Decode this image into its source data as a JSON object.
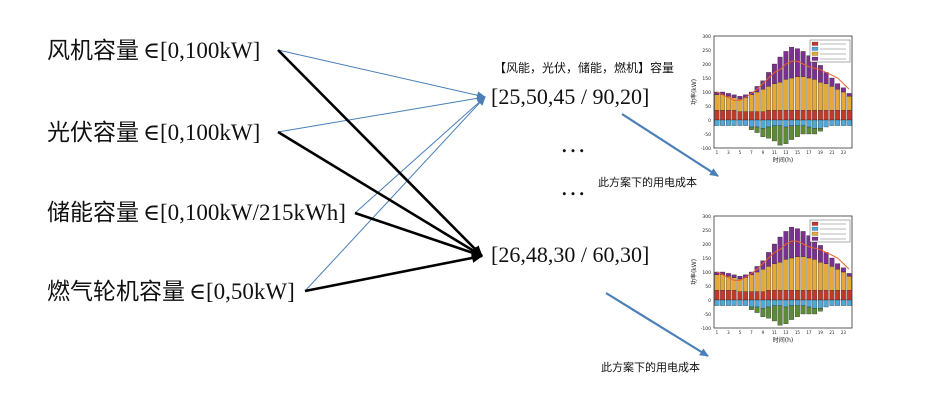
{
  "inputs": [
    {
      "name": "风机容量",
      "range": "∈[0,100kW]"
    },
    {
      "name": "光伏容量",
      "range": "∈[0,100kW]"
    },
    {
      "name": "储能容量",
      "range": "∈[0,100kW/215kWh]"
    },
    {
      "name": "燃气轮机容量",
      "range": "∈[0,50kW]"
    }
  ],
  "scheme_header": "【风能，光伏，储能，燃机】容量",
  "schemes": [
    {
      "vector": "[25,50,45 / 90,20]",
      "cost_label": "此方案下的用电成本"
    },
    {
      "vector": "[26,48,30 / 60,30]",
      "cost_label": "此方案下的用电成本"
    }
  ],
  "ellipsis": "…",
  "colors": {
    "thin_line": "#4a7fb8",
    "thick_line": "#000000",
    "arrow": "#4a7fb8",
    "bar_purple": "#7b2f8e",
    "bar_orange": "#e4a93a",
    "bar_red": "#c0392b",
    "bar_blue": "#4fa8d8",
    "bar_green": "#5d8a34",
    "load_line": "#e8642a"
  },
  "mini_chart": {
    "type": "bar",
    "stacked": true,
    "y_ticks": [
      "300",
      "250",
      "200",
      "150",
      "100",
      "50",
      "0",
      "-50",
      "-100"
    ],
    "x_ticks": [
      "1",
      "3",
      "5",
      "7",
      "9",
      "11",
      "13",
      "15",
      "17",
      "19",
      "21",
      "23"
    ],
    "ylabel": "功率(kW)",
    "xlabel": "时间(h)",
    "legend": [
      "",
      "",
      "",
      ""
    ],
    "ylim": [
      -100,
      300
    ],
    "positive_series": [
      {
        "color": "#c0392b",
        "values": [
          35,
          35,
          35,
          35,
          30,
          30,
          30,
          30,
          30,
          35,
          35,
          35,
          35,
          35,
          35,
          35,
          35,
          35,
          35,
          35,
          35,
          35,
          35,
          35
        ]
      },
      {
        "color": "#e4a93a",
        "values": [
          55,
          55,
          50,
          45,
          45,
          50,
          60,
          70,
          80,
          85,
          95,
          100,
          110,
          115,
          120,
          120,
          115,
          110,
          100,
          95,
          85,
          75,
          65,
          50
        ]
      },
      {
        "color": "#7b2f8e",
        "values": [
          10,
          10,
          10,
          10,
          10,
          10,
          10,
          20,
          30,
          50,
          70,
          90,
          100,
          110,
          100,
          90,
          80,
          70,
          60,
          40,
          30,
          20,
          15,
          10
        ]
      }
    ],
    "negative_series": [
      {
        "color": "#4fa8d8",
        "values": [
          -20,
          -20,
          -20,
          -20,
          -20,
          -20,
          -25,
          -25,
          -30,
          -25,
          -20,
          -20,
          -25,
          -20,
          -20,
          -20,
          -25,
          -30,
          -30,
          -25,
          -20,
          -20,
          -20,
          -20
        ]
      },
      {
        "color": "#5d8a34",
        "values": [
          0,
          0,
          0,
          0,
          0,
          0,
          -10,
          -20,
          -30,
          -40,
          -55,
          -70,
          -60,
          -50,
          -40,
          -30,
          -25,
          -20,
          -10,
          0,
          0,
          0,
          0,
          0
        ]
      }
    ],
    "load_values": [
      100,
      90,
      80,
      70,
      70,
      80,
      95,
      110,
      130,
      150,
      170,
      180,
      200,
      210,
      210,
      200,
      190,
      185,
      180,
      170,
      160,
      150,
      130,
      110
    ]
  }
}
